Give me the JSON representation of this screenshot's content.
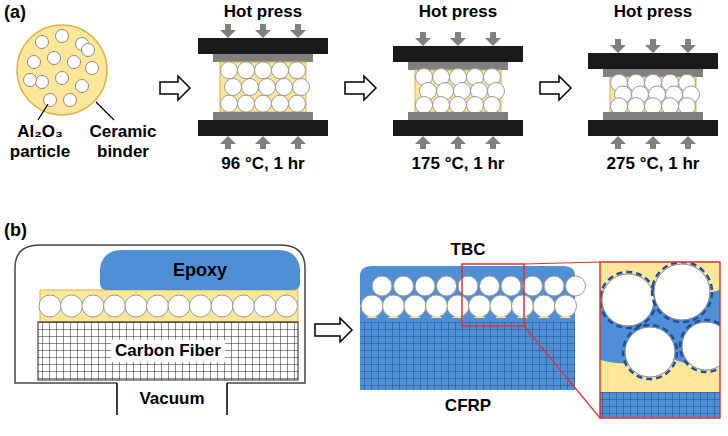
{
  "diagram": {
    "nodes": [
      {
        "text": [
          "Hot press",
          "96 °C, 1 hr"
        ]
      },
      {
        "text": [
          "Hot press",
          "175 °C, 1 hr"
        ]
      },
      {
        "text": [
          "Hot press",
          "275 °C, 1 hr"
        ]
      },
      {
        "text": [
          "Epoxy"
        ]
      },
      {
        "text": [
          "Carbon Fiber"
        ]
      }
    ],
    "edges": [
      {
        "from": 0,
        "to": 1,
        "arrow": "to"
      },
      {
        "from": 1,
        "to": 2,
        "arrow": "to"
      }
    ],
    "labels": [
      "(a)",
      "Al₂O₃ particle",
      "Ceramic binder",
      "(b)",
      "Vacuum",
      "TBC",
      "CFRP"
    ]
  }
}
